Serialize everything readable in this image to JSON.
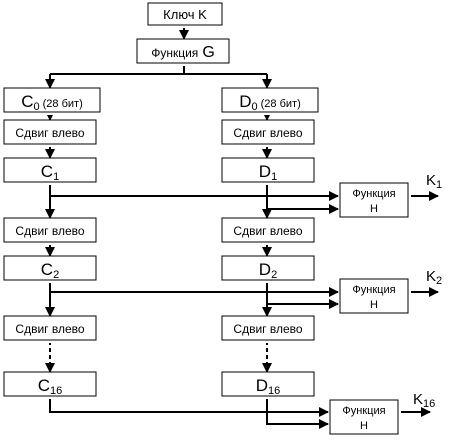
{
  "key_box": "Ключ K",
  "g_box": {
    "name": "Функция",
    "letter": "G"
  },
  "c0": {
    "letter": "C",
    "sub": "0",
    "note": "(28 бит)"
  },
  "d0": {
    "letter": "D",
    "sub": "0",
    "note": "(28 бит)"
  },
  "shift_label": "Сдвиг влево",
  "c1": {
    "letter": "C",
    "sub": "1"
  },
  "d1": {
    "letter": "D",
    "sub": "1"
  },
  "c2": {
    "letter": "C",
    "sub": "2"
  },
  "d2": {
    "letter": "D",
    "sub": "2"
  },
  "c16": {
    "letter": "C",
    "sub": "16"
  },
  "d16": {
    "letter": "D",
    "sub": "16"
  },
  "h_box": {
    "line1": "Функция",
    "line2": "H"
  },
  "k1": {
    "letter": "K",
    "sub": "1"
  },
  "k2": {
    "letter": "K",
    "sub": "2"
  },
  "k16": {
    "letter": "K",
    "sub": "16"
  },
  "colors": {
    "line": "#000000",
    "box_border": "#000000",
    "box_shadow": "#a8a8a8",
    "background": "#ffffff"
  }
}
